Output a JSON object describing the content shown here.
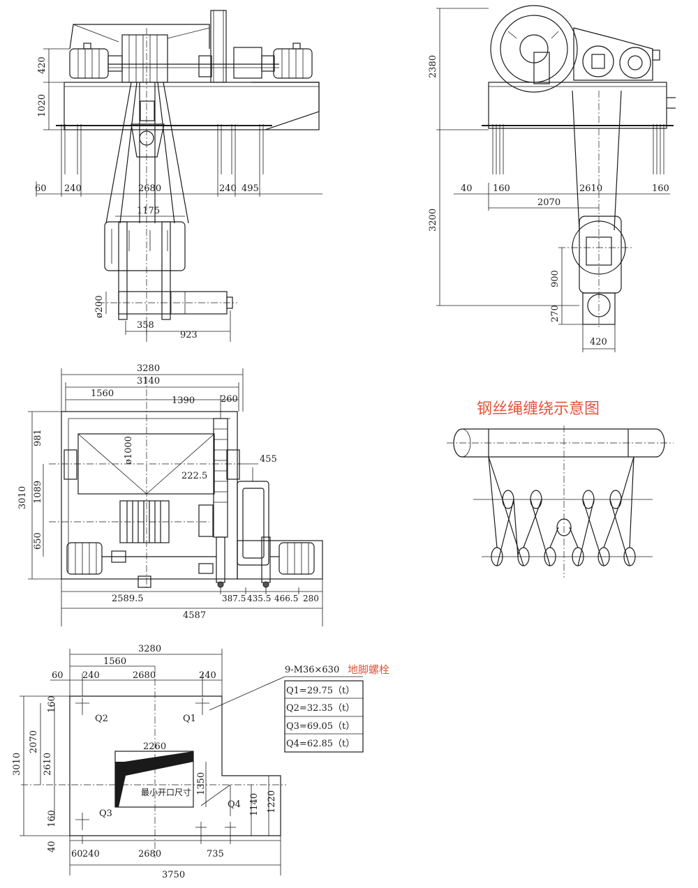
{
  "front_view": {
    "dims": {
      "h1": "420",
      "h2": "1020",
      "b1": "60",
      "b2": "240",
      "b3": "2680",
      "b4": "240",
      "b5": "495",
      "w1": "1175",
      "dia": "ø200",
      "d1": "358",
      "d2": "923"
    }
  },
  "side_view": {
    "dims": {
      "h1": "2380",
      "h2": "3200",
      "h3": "900",
      "h4": "270",
      "b1": "40",
      "b2": "160",
      "b3": "2610",
      "b4": "160",
      "w1": "2070",
      "w2": "420"
    }
  },
  "plan_view": {
    "dims": {
      "t1": "3280",
      "t2": "3140",
      "t3": "1560",
      "t4": "1390",
      "t5": "260",
      "v1": "981",
      "v2": "1089",
      "v3": "650",
      "vt": "3010",
      "drum": "ø1000",
      "g1": "222.5",
      "g2": "455",
      "b1": "2589.5",
      "b2": "387.5",
      "b3": "435.5",
      "b4": "466.5",
      "b5": "280",
      "bt": "4587"
    }
  },
  "rope_diagram": {
    "title": "钢丝绳缠绕示意图"
  },
  "foundation": {
    "dims": {
      "t1": "3280",
      "t2": "1560",
      "t3": "60",
      "t4": "240",
      "t5": "2680",
      "t6": "240",
      "v1": "3010",
      "v2": "2070",
      "v3": "2610",
      "v4": "160",
      "v5": "160",
      "v6": "40",
      "o1": "2260",
      "o2": "1350",
      "o3": "1140",
      "o4": "1220",
      "b1": "60",
      "b2": "240",
      "b3": "2680",
      "b4": "735",
      "bt": "3750"
    },
    "opening_label": "最小开口尺寸",
    "points": {
      "q1": "Q1",
      "q2": "Q2",
      "q3": "Q3",
      "q4": "Q4"
    },
    "bolt_spec": "9-M36×630",
    "bolt_label": "地脚螺栓",
    "loads": [
      "Q1=29.75（t）",
      "Q2=32.35（t）",
      "Q3=69.05（t）",
      "Q4=62.85（t）"
    ]
  }
}
